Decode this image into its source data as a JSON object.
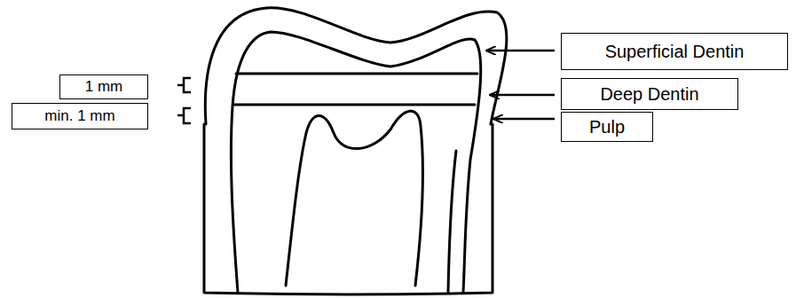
{
  "diagram": {
    "nodes": [
      {
        "text": [
          "Superficial Dentin"
        ]
      },
      {
        "text": [
          "1 mm"
        ]
      },
      {
        "text": [
          "Deep Dentin"
        ]
      },
      {
        "text": [
          "min. 1 mm"
        ]
      },
      {
        "text": [
          "Pulp"
        ]
      }
    ]
  }
}
